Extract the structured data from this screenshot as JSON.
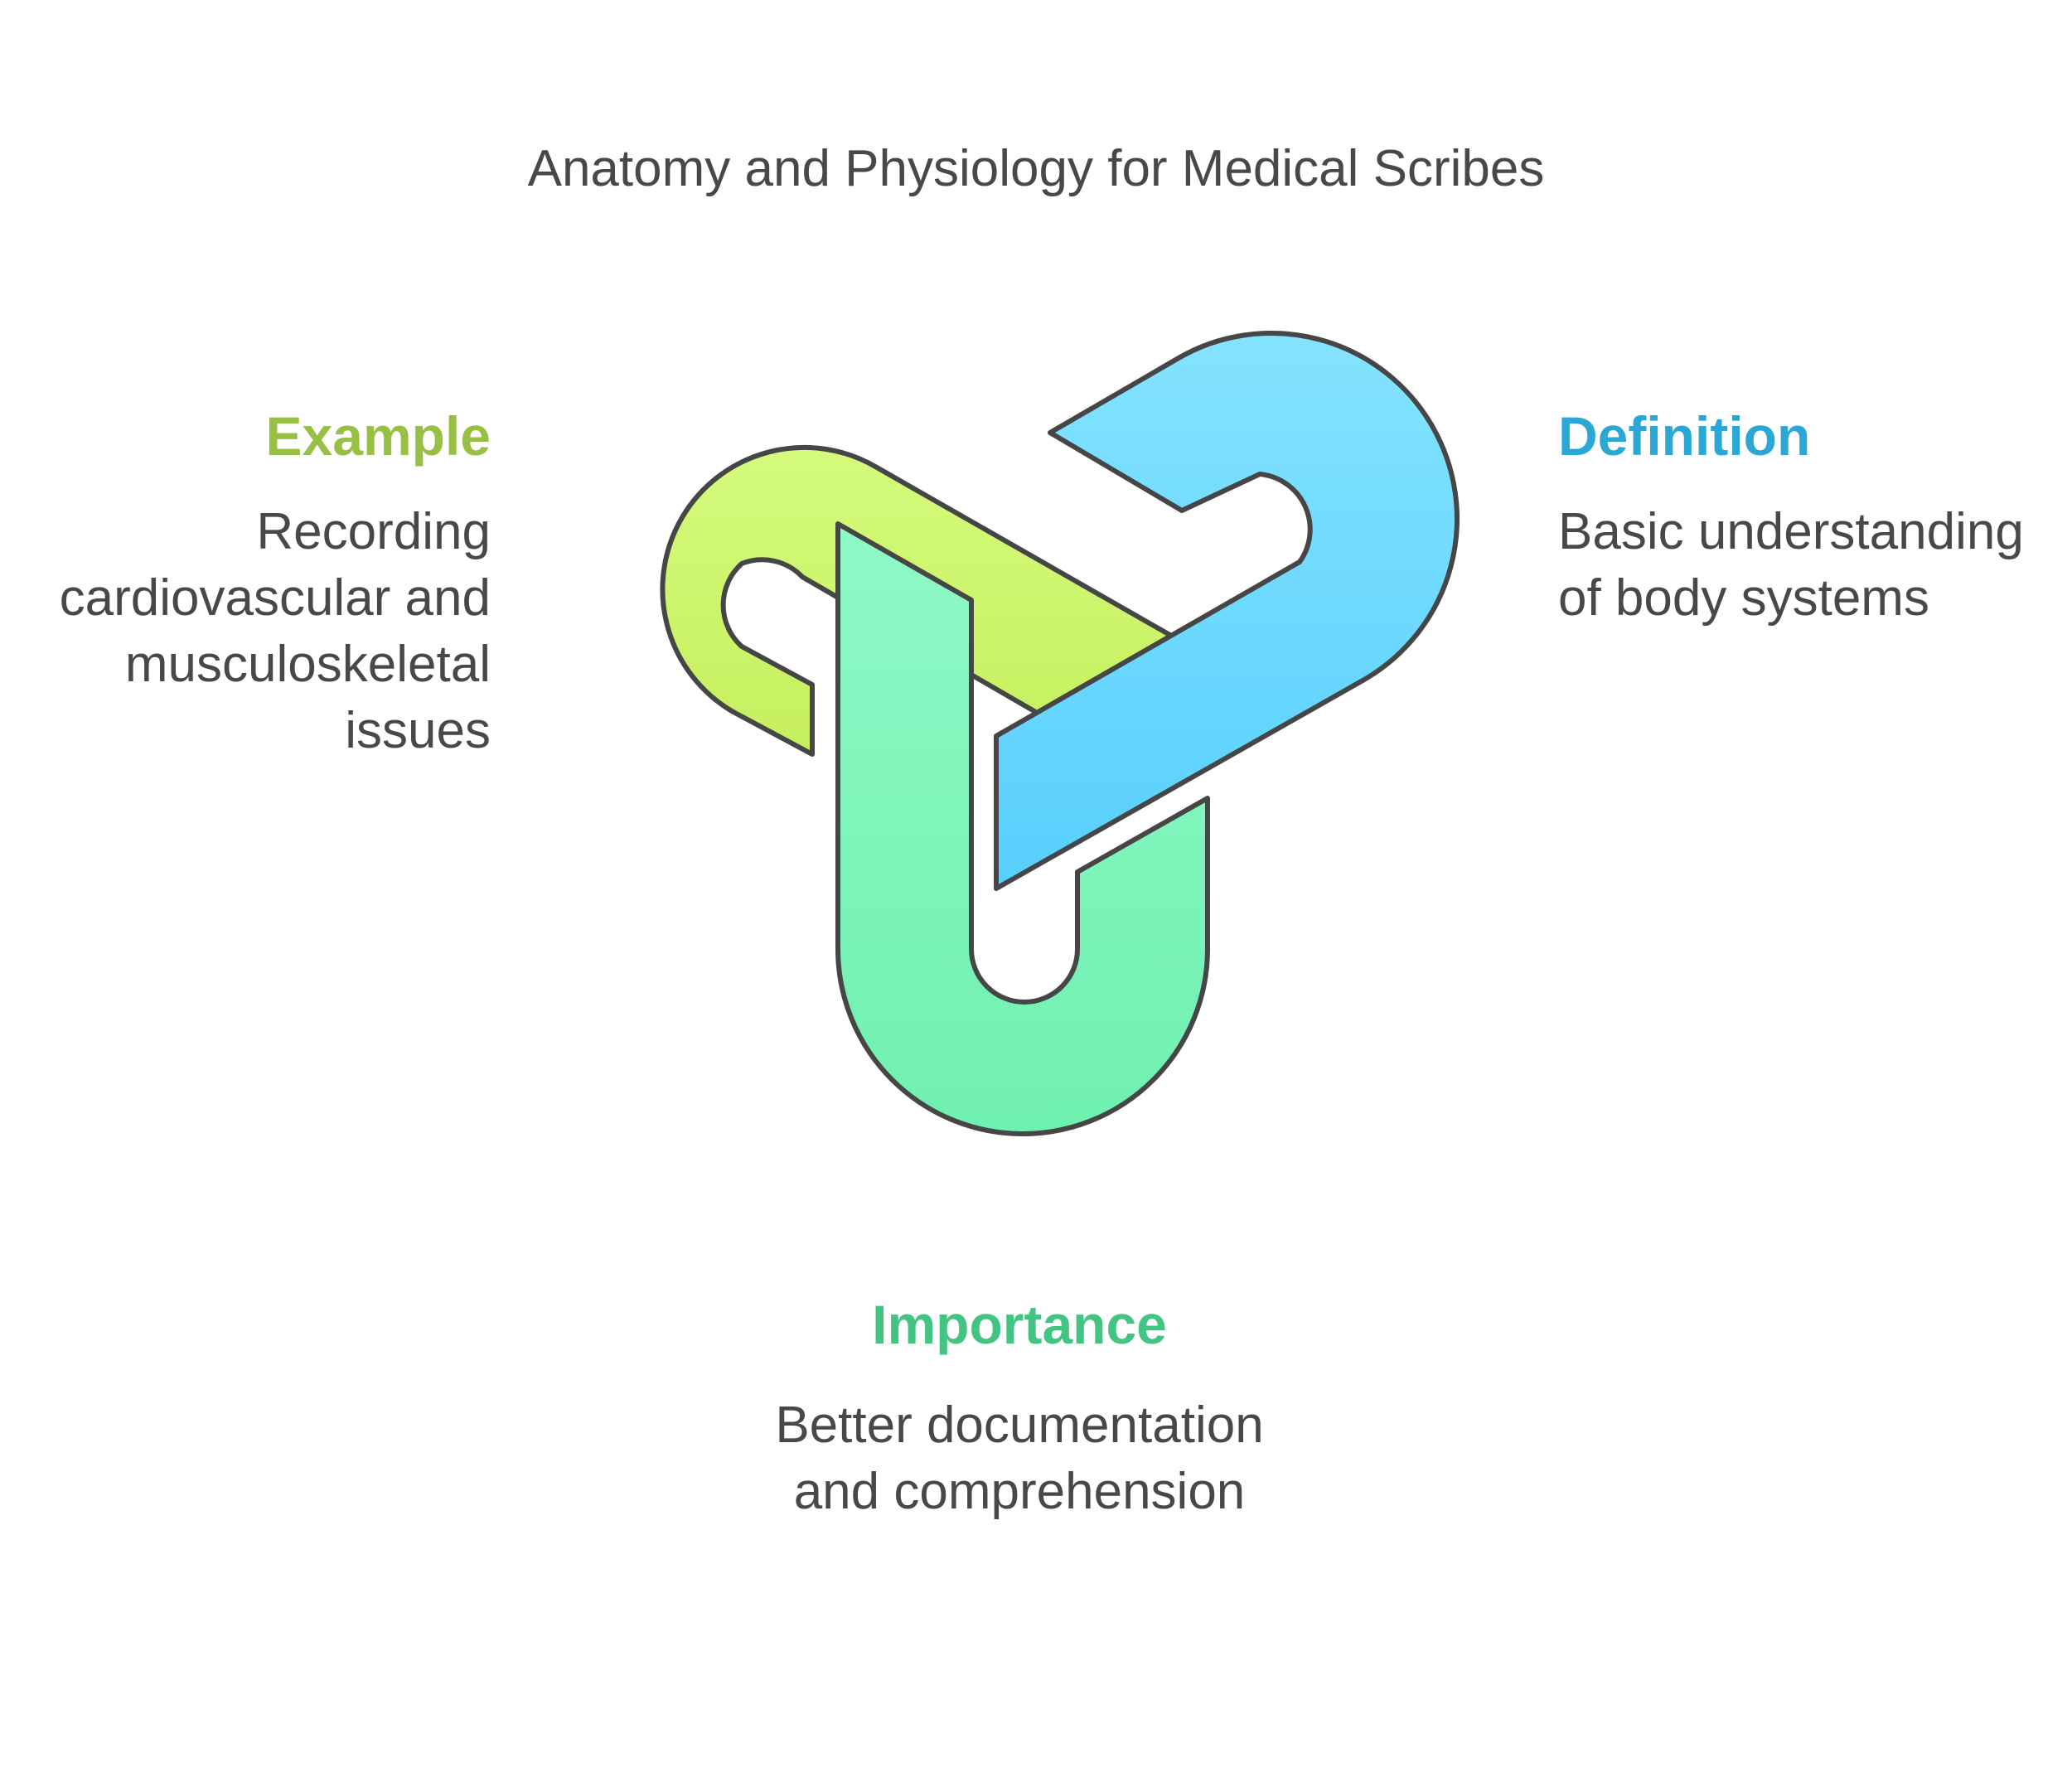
{
  "title": "Anatomy and Physiology for Medical Scribes",
  "sections": {
    "example": {
      "label": "Example",
      "text": "Recording cardiovascular and musculoskeletal issues",
      "color": "#97c045",
      "fill_top": "#d4fb7c",
      "fill_bottom": "#c6ef5e"
    },
    "definition": {
      "label": "Definition",
      "text": "Basic understanding of body systems",
      "color": "#2aa7d4",
      "fill_top": "#84e3ff",
      "fill_bottom": "#57cffd"
    },
    "importance": {
      "label": "Importance",
      "text": "Better documentation and comprehension",
      "color": "#43c483",
      "fill_top": "#8ff9c6",
      "fill_bottom": "#6ff0b0"
    }
  },
  "outline_color": "#464646"
}
